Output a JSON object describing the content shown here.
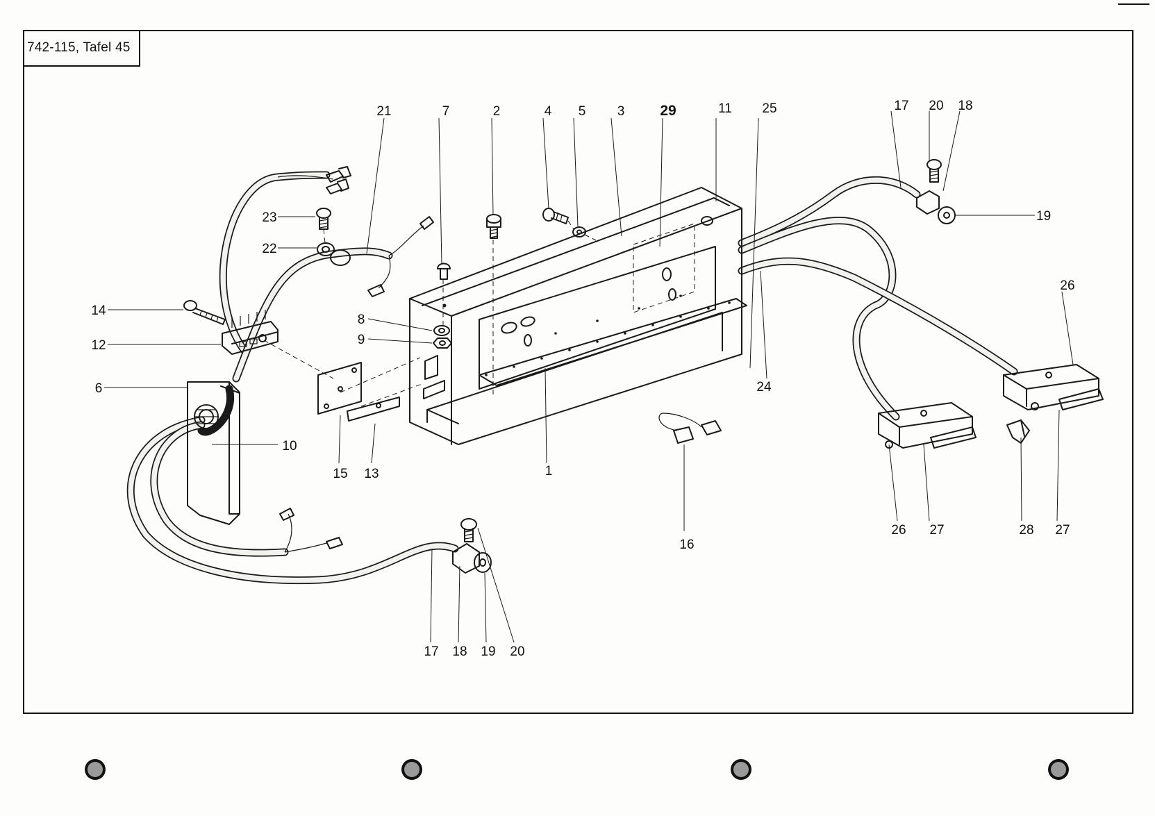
{
  "title": "742-115, Tafel 45",
  "callouts": {
    "c1": "1",
    "c2": "2",
    "c3": "3",
    "c4": "4",
    "c5": "5",
    "c6": "6",
    "c7": "7",
    "c8": "8",
    "c9": "9",
    "c10": "10",
    "c11": "11",
    "c12": "12",
    "c13": "13",
    "c14": "14",
    "c15": "15",
    "c16": "16",
    "c17a": "17",
    "c17b": "17",
    "c18a": "18",
    "c18b": "18",
    "c19a": "19",
    "c19b": "19",
    "c20a": "20",
    "c20b": "20",
    "c21": "21",
    "c22": "22",
    "c23": "23",
    "c24": "24",
    "c25": "25",
    "c26a": "26",
    "c26b": "26",
    "c27a": "27",
    "c27b": "27",
    "c28": "28",
    "c29": "29"
  },
  "colors": {
    "line": "#1a1a1a",
    "paper": "#fdfdfb"
  }
}
